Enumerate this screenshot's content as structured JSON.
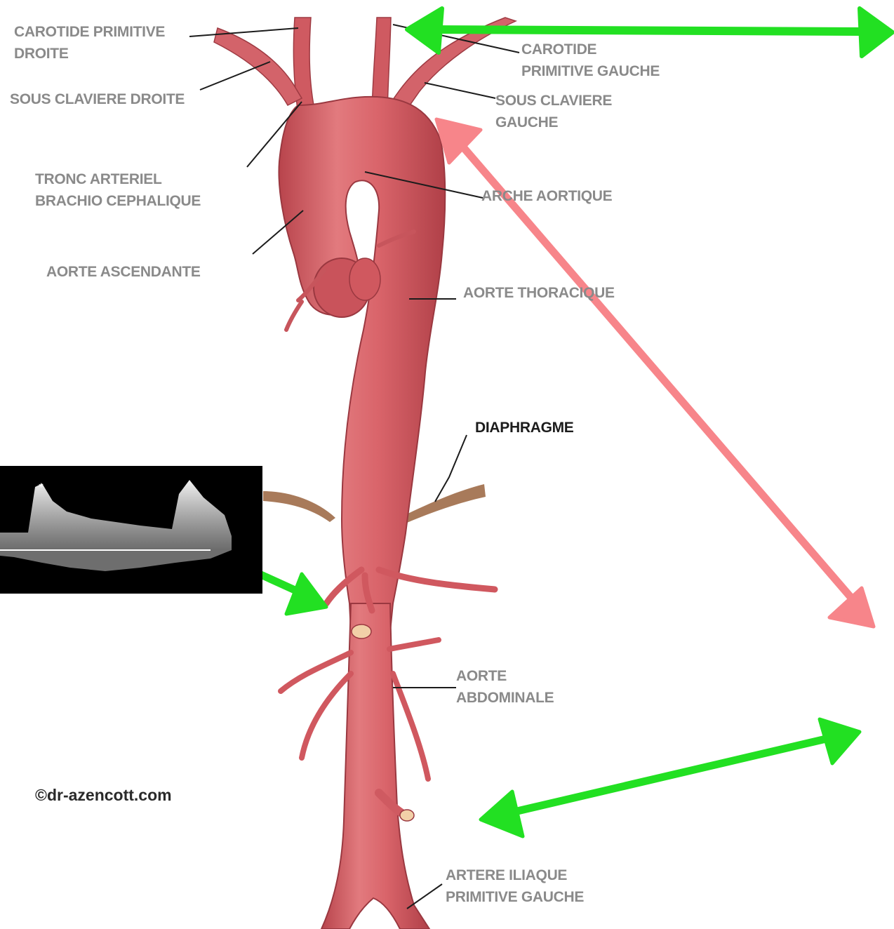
{
  "labels": {
    "carotide_droite": [
      "CAROTIDE PRIMITIVE",
      "DROITE"
    ],
    "sous_claviere_droite": [
      "SOUS CLAVIERE DROITE"
    ],
    "tronc_brachio": [
      "TRONC ARTERIEL",
      "BRACHIO CEPHALIQUE"
    ],
    "aorte_ascendante": [
      "AORTE ASCENDANTE"
    ],
    "carotide_gauche": [
      "CAROTIDE",
      "PRIMITIVE GAUCHE"
    ],
    "sous_claviere_gauche": [
      "SOUS CLAVIERE",
      "GAUCHE"
    ],
    "arche_aortique": [
      "ARCHE AORTIQUE"
    ],
    "aorte_thoracique": [
      "AORTE THORACIQUE"
    ],
    "diaphragme": [
      "DIAPHRAGME"
    ],
    "aorte_abdominale": [
      "AORTE",
      "ABDOMINALE"
    ],
    "iliaque_gauche": [
      "ARTERE ILIAQUE",
      "PRIMITIVE GAUCHE"
    ]
  },
  "copyright": "©dr-azencott.com",
  "colors": {
    "artery": "#d9646a",
    "artery_dark": "#b8444c",
    "artery_light": "#ef9a9c",
    "diaphragm": "#a87a5a",
    "arrow_green": "#22e022",
    "arrow_pink": "#f7858a",
    "label_gray": "#8a8a8a"
  },
  "icons": {
    "doppler": "doppler-waveform-image",
    "arrows": "double-headed-arrow-icon"
  }
}
